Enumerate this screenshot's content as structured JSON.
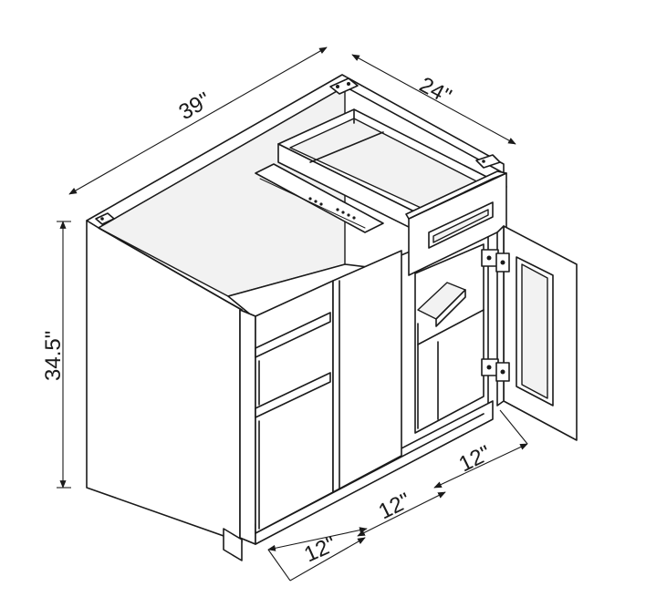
{
  "diagram": {
    "dimensions": {
      "width": "39\"",
      "depth": "24\"",
      "height": "34.5\"",
      "section_left": "12\"",
      "section_middle": "12\"",
      "section_right": "12\""
    }
  }
}
